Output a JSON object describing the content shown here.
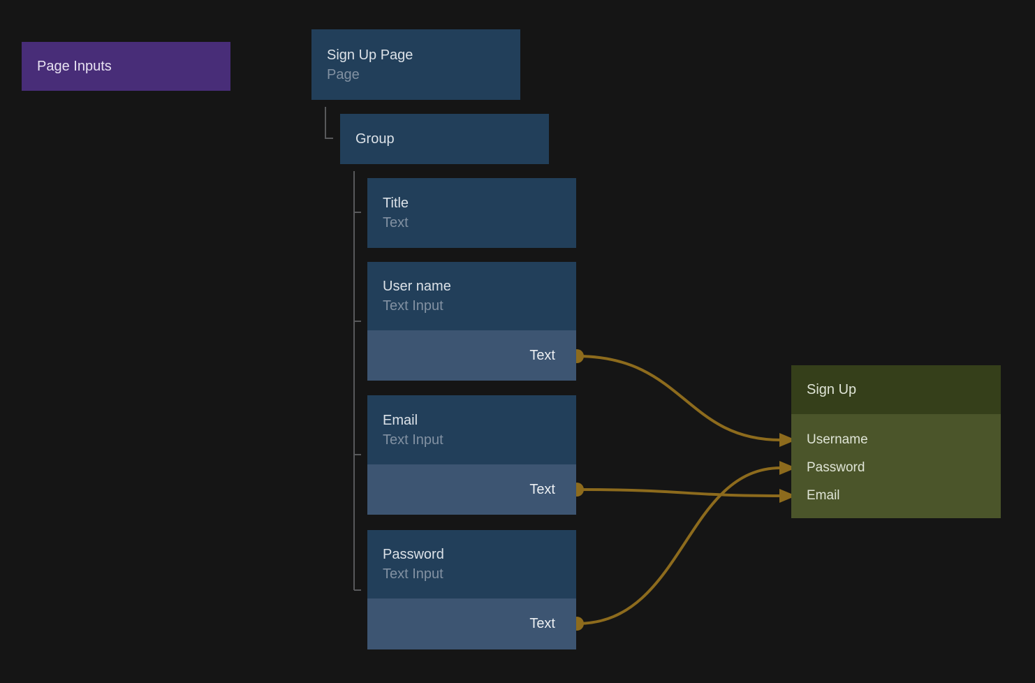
{
  "colors": {
    "bg": "#151515",
    "node-blue": "#223f5a",
    "port-blue": "#3d5572",
    "purple": "#482d78",
    "olive-header": "#353f1a",
    "olive-body": "#4b552a",
    "wire-gold": "#8d6b1d",
    "tree-line": "#58595b",
    "title-text": "#dce2e8",
    "subtitle-text": "#8291a2",
    "olive-text": "#dfe4d6"
  },
  "page_inputs": {
    "label": "Page Inputs"
  },
  "nodes": {
    "sign_up_page": {
      "title": "Sign Up Page",
      "subtitle": "Page"
    },
    "group": {
      "title": "Group"
    },
    "title": {
      "title": "Title",
      "subtitle": "Text"
    },
    "user_name": {
      "title": "User name",
      "subtitle": "Text Input",
      "output_port": "Text"
    },
    "email": {
      "title": "Email",
      "subtitle": "Text Input",
      "output_port": "Text"
    },
    "password": {
      "title": "Password",
      "subtitle": "Text Input",
      "output_port": "Text"
    },
    "sign_up": {
      "title": "Sign Up",
      "inputs": [
        {
          "label": "Username"
        },
        {
          "label": "Password"
        },
        {
          "label": "Email"
        }
      ]
    }
  },
  "connections": [
    {
      "from": "user_name.Text",
      "to": "sign_up.Username"
    },
    {
      "from": "email.Text",
      "to": "sign_up.Email"
    },
    {
      "from": "password.Text",
      "to": "sign_up.Password"
    }
  ]
}
